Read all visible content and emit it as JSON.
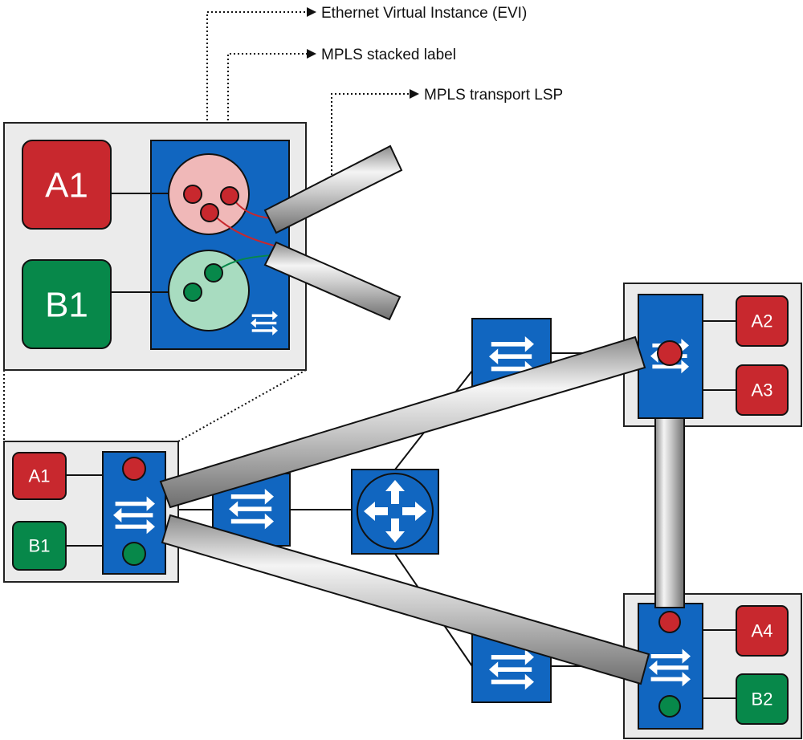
{
  "callouts": {
    "evi": "Ethernet Virtual Instance (EVI)",
    "stacked_label": "MPLS stacked label",
    "transport_lsp": "MPLS transport LSP"
  },
  "hosts": {
    "zoom_a1": "A1",
    "zoom_b1": "B1",
    "left_a1": "A1",
    "left_b1": "B1",
    "a2": "A2",
    "a3": "A3",
    "a4": "A4",
    "b2": "B2"
  },
  "colors": {
    "red_host": "#c8282e",
    "green_host": "#07884a",
    "switch_blue": "#1166c0",
    "site_bg": "#ebebeb",
    "evi_red_bg": "#f0b8b8",
    "evi_green_bg": "#a8dcc0",
    "tube_gray": "#c4c4c4"
  },
  "icons": {
    "switch": "switch-arrows-icon",
    "router": "router-arrows-icon",
    "evi_red": "red-evi-dot-icon",
    "evi_green": "green-evi-dot-icon"
  }
}
